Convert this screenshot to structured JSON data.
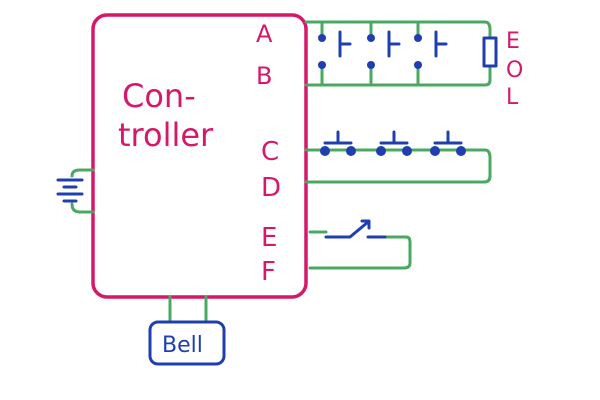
{
  "controller": {
    "line1": "Con-",
    "line2": "troller"
  },
  "terminals": [
    "A",
    "B",
    "C",
    "D",
    "E",
    "F"
  ],
  "eol_label": [
    "E",
    "O",
    "L"
  ],
  "bell": {
    "label": "Bell"
  },
  "colors": {
    "controller": "#d6186a",
    "wire": "#4aa860",
    "component": "#1f3fb0"
  }
}
